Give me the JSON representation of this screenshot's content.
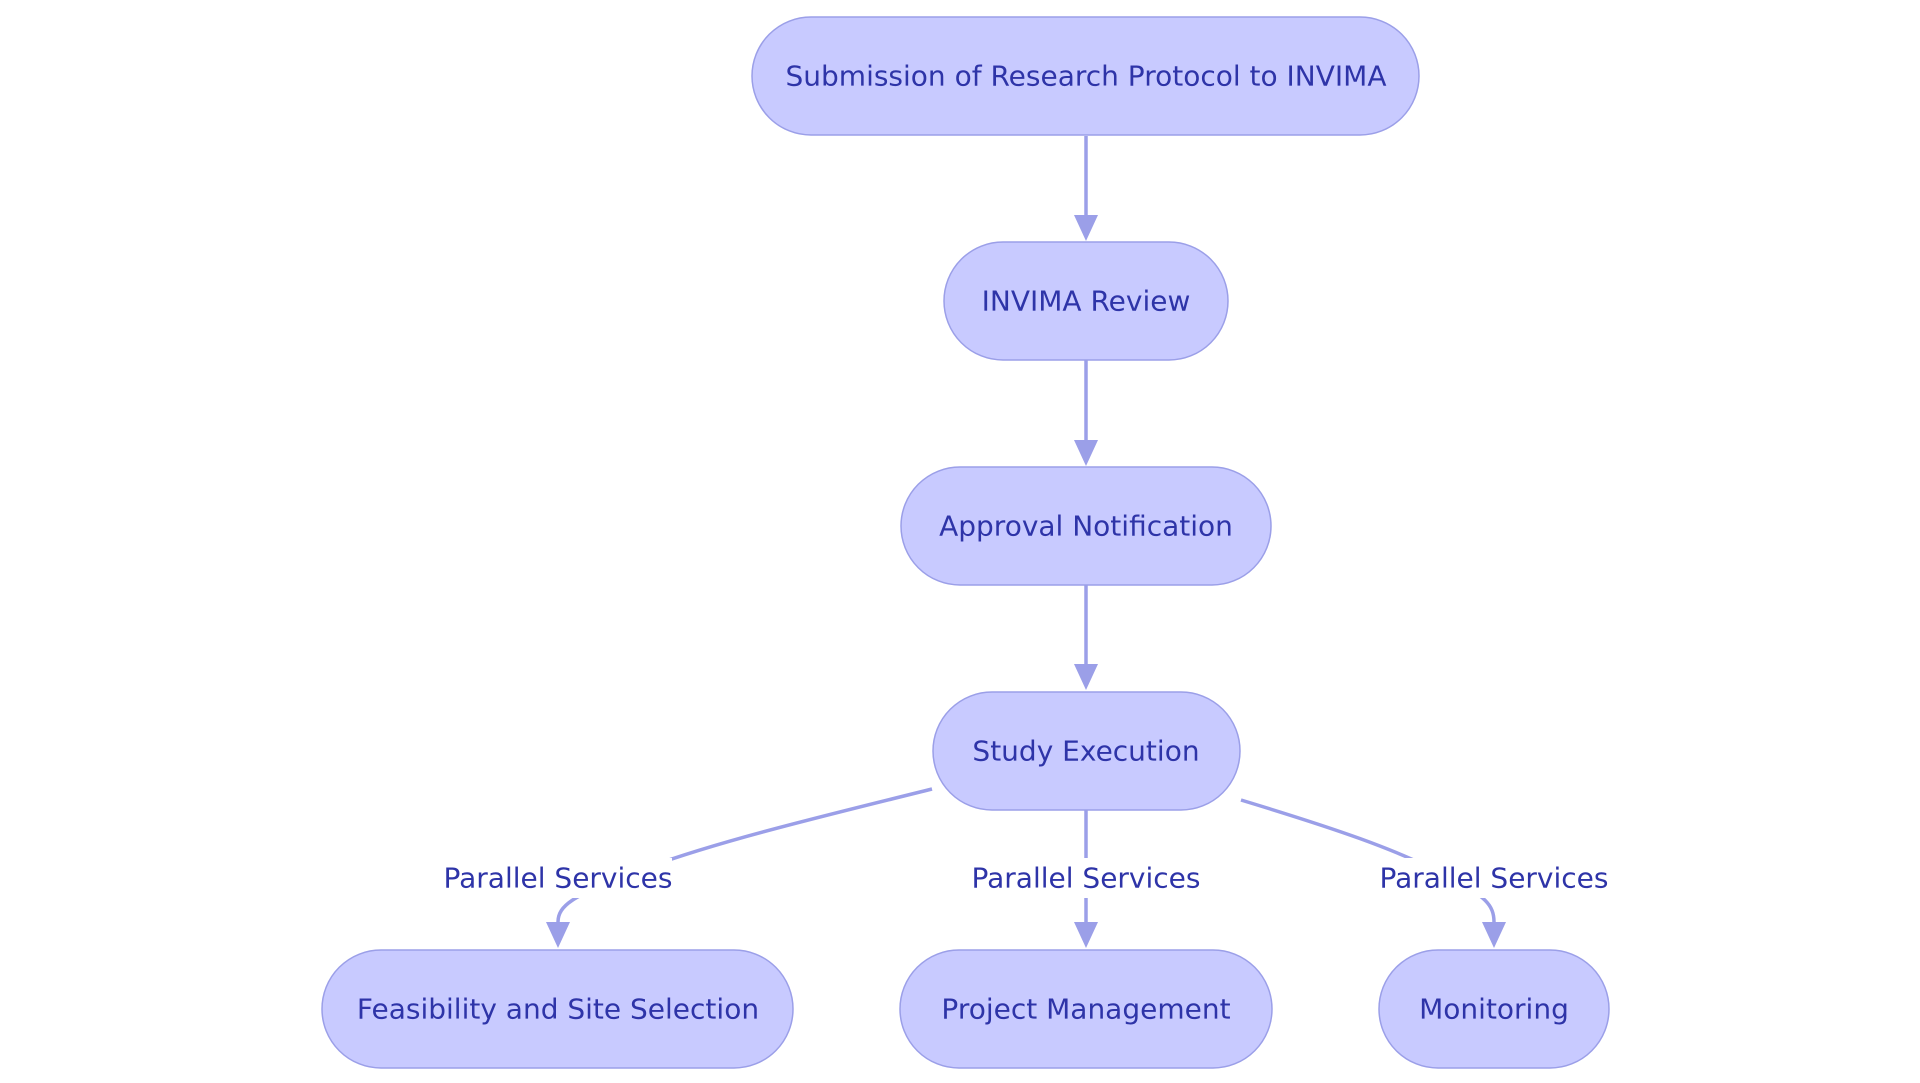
{
  "diagram": {
    "nodes": {
      "submission": "Submission of Research Protocol to INVIMA",
      "review": "INVIMA Review",
      "approval": "Approval Notification",
      "execution": "Study Execution",
      "feasibility": "Feasibility and Site Selection",
      "project_management": "Project Management",
      "monitoring": "Monitoring"
    },
    "edges": [
      {
        "from": "submission",
        "to": "review",
        "label": ""
      },
      {
        "from": "review",
        "to": "approval",
        "label": ""
      },
      {
        "from": "approval",
        "to": "execution",
        "label": ""
      },
      {
        "from": "execution",
        "to": "feasibility",
        "label": "Parallel Services"
      },
      {
        "from": "execution",
        "to": "project_management",
        "label": "Parallel Services"
      },
      {
        "from": "execution",
        "to": "monitoring",
        "label": "Parallel Services"
      }
    ],
    "colors": {
      "node_fill": "#c8caff",
      "node_stroke": "#9b9fe8",
      "text": "#2e34a8",
      "edge": "#9b9fe8"
    }
  }
}
